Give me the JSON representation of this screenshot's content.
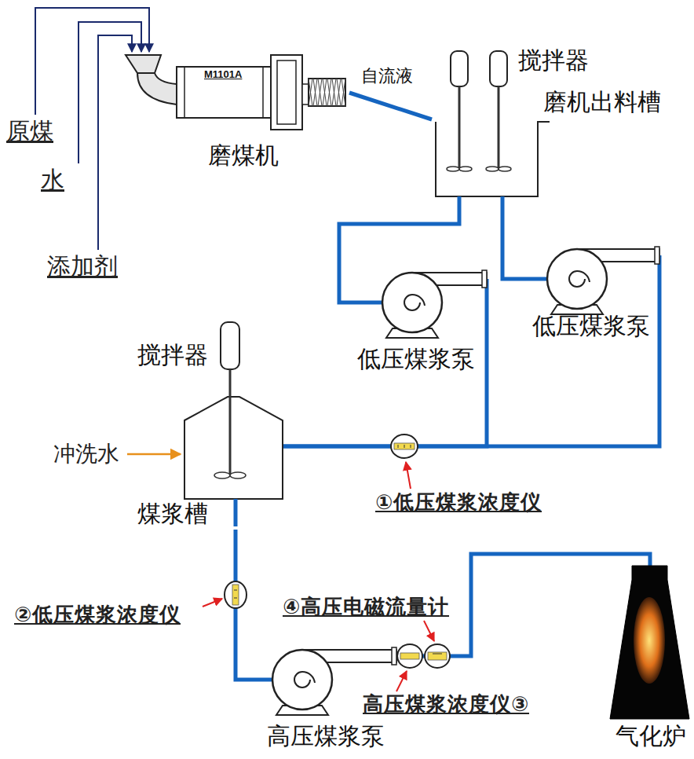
{
  "diagram": {
    "nodes": [
      {
        "text": [
          "M1101A",
          "磨煤机"
        ]
      },
      {
        "text": [
          "搅拌器",
          "磨机出料槽"
        ]
      },
      {
        "text": [
          "低压煤浆泵"
        ]
      },
      {
        "text": [
          "低压煤浆泵"
        ]
      },
      {
        "text": [
          "搅拌器",
          "煤浆槽"
        ]
      },
      {
        "text": [
          "高压煤浆泵"
        ]
      },
      {
        "text": [
          "气化炉"
        ]
      }
    ],
    "edges": [
      {
        "from": 0,
        "to": 1,
        "arrow": "none",
        "label": "自流液"
      },
      {
        "from": 1,
        "to": 2,
        "arrow": "none"
      },
      {
        "from": 1,
        "to": 3,
        "arrow": "none"
      },
      {
        "from": 2,
        "to": 4,
        "arrow": "none"
      },
      {
        "from": 3,
        "to": 4,
        "arrow": "none"
      },
      {
        "from": 4,
        "to": 5,
        "arrow": "none"
      },
      {
        "from": 5,
        "to": 6,
        "arrow": "none"
      }
    ],
    "labels": [
      "原煤",
      "水",
      "添加剂",
      "冲洗水",
      "①低压煤浆浓度仪",
      "②低压煤浆浓度仪",
      "④高压电磁流量计",
      "高压煤浆浓度仪③"
    ]
  }
}
